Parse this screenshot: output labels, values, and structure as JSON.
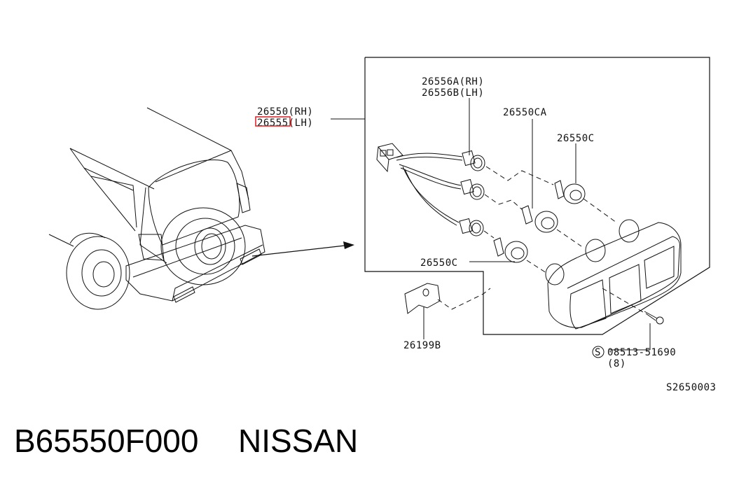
{
  "callouts": {
    "assembly_rh": "26550(RH)",
    "assembly_lh": "26555(LH)",
    "socket_rh": "26556A(RH)",
    "socket_lh": "26556B(LH)",
    "bulb_ca": "26550CA",
    "bulb_c_upper": "26550C",
    "bulb_c_lower": "26550C",
    "bracket": "26199B",
    "screw_part": "08513-51690",
    "screw_qty": "(8)",
    "screw_symbol": "S"
  },
  "diagram_code": "S2650003",
  "footer": {
    "part_number": "B65550F000",
    "brand": "NISSAN"
  },
  "colors": {
    "line": "#111111",
    "highlight": "#e0282d"
  }
}
